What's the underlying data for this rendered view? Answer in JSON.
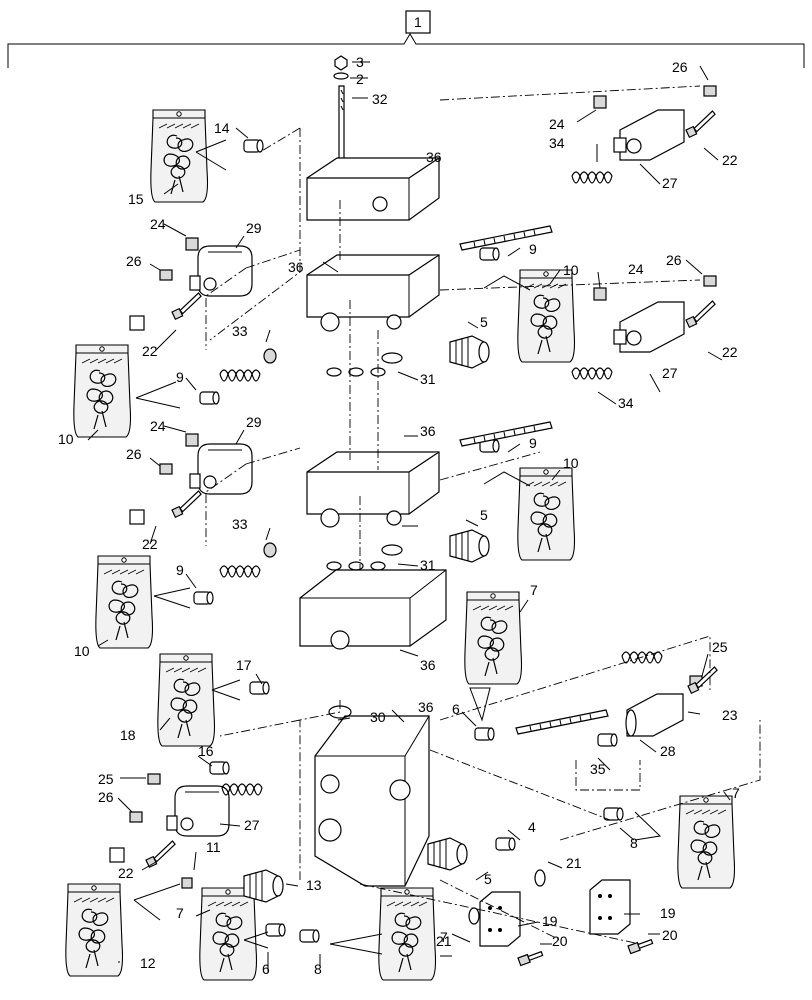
{
  "assembly_label": "1",
  "callouts": {
    "c3": "3",
    "c2": "2",
    "c32": "32",
    "c36a": "36",
    "c26a": "26",
    "c24a": "24",
    "c34a": "34",
    "c27a": "27",
    "c22a": "22",
    "c14": "14",
    "c15": "15",
    "c24b": "24",
    "c29a": "29",
    "c26b": "26",
    "c22b": "22",
    "c36b": "36",
    "c9a": "9",
    "c10a": "10",
    "c24c": "24",
    "c26c": "26",
    "c27b": "27",
    "c22c": "22",
    "c33a": "33",
    "c5a": "5",
    "c31a": "31",
    "c34b": "34",
    "c9b": "9",
    "c10b": "10",
    "c24d": "24",
    "c29b": "29",
    "c26d": "26",
    "c36c": "36",
    "c9c": "9",
    "c10c": "10",
    "c22d": "22",
    "c33b": "33",
    "c5b": "5",
    "c31b": "31",
    "c9d": "9",
    "c10d": "10",
    "c7a": "7",
    "c36d": "36",
    "c17": "17",
    "c25a": "25",
    "c18": "18",
    "c30": "30",
    "c36e": "36",
    "c6a": "6",
    "c23": "23",
    "c28": "28",
    "c16": "16",
    "c35": "35",
    "c25b": "25",
    "c26e": "26",
    "c27c": "27",
    "c4": "4",
    "c7b": "7",
    "c8a": "8",
    "c22e": "22",
    "c11": "11",
    "c13": "13",
    "c5c": "5",
    "c21a": "21",
    "c7c": "7",
    "c7d": "7",
    "c19a": "19",
    "c19b": "19",
    "c12": "12",
    "c6b": "6",
    "c8b": "8",
    "c21b": "21",
    "c20a": "20",
    "c20b": "20"
  }
}
